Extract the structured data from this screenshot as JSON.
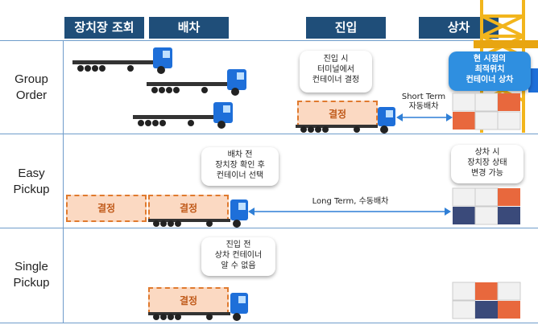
{
  "headers": {
    "yard_lookup": "장치장 조회",
    "dispatch": "배차",
    "entry": "진입",
    "loading": "상차"
  },
  "rows": [
    {
      "label_line1": "Group",
      "label_line2": "Order"
    },
    {
      "label_line1": "Easy",
      "label_line2": "Pickup"
    },
    {
      "label_line1": "Single",
      "label_line2": "Pickup"
    }
  ],
  "bubbles": {
    "group_entry": [
      "진입 시",
      "터미널에서",
      "컨테이너 결정"
    ],
    "group_loading": [
      "현 시점의",
      "최적위치",
      "컨테이너 상차"
    ],
    "easy_dispatch": [
      "배차 전",
      "장치장 확인 후",
      "컨테이너 선택"
    ],
    "easy_loading": [
      "상차 시",
      "장치장 상태",
      "변경 가능"
    ],
    "single_entry": [
      "진입 전",
      "상차 컨테이너",
      "알 수 없음"
    ]
  },
  "boxes": {
    "decided": "결정"
  },
  "arrows": {
    "short_term_line1": "Short Term",
    "short_term_line2": "자동배차",
    "long_term": "Long Term, 수동배차"
  },
  "colors": {
    "header": "#1f4e79",
    "truck": "#1e6fd9",
    "container_box_fill": "#fbd9c2",
    "container_box_border": "#e07a2e",
    "crane": "#f2b51c",
    "highlight_bubble": "#2f8fe0"
  }
}
